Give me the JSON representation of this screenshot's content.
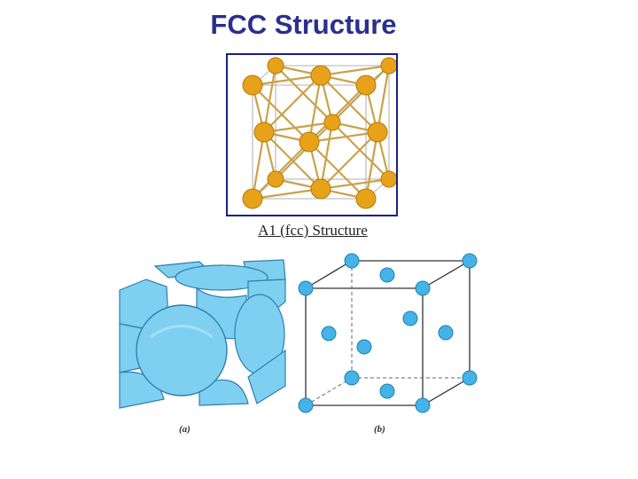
{
  "slide": {
    "title": "FCC Structure"
  },
  "figure_top": {
    "caption": "A1 (fcc) Structure",
    "atom_color": "#e8a21a",
    "bond_color": "#c9a24a"
  },
  "figure_bottom": {
    "label_a": "(a)",
    "label_b": "(b)",
    "sphere_color": "#7ecff0",
    "atom_color": "#45b3e8"
  },
  "colors": {
    "title": "#2b2f8f",
    "frame_border": "#1b1f85"
  }
}
